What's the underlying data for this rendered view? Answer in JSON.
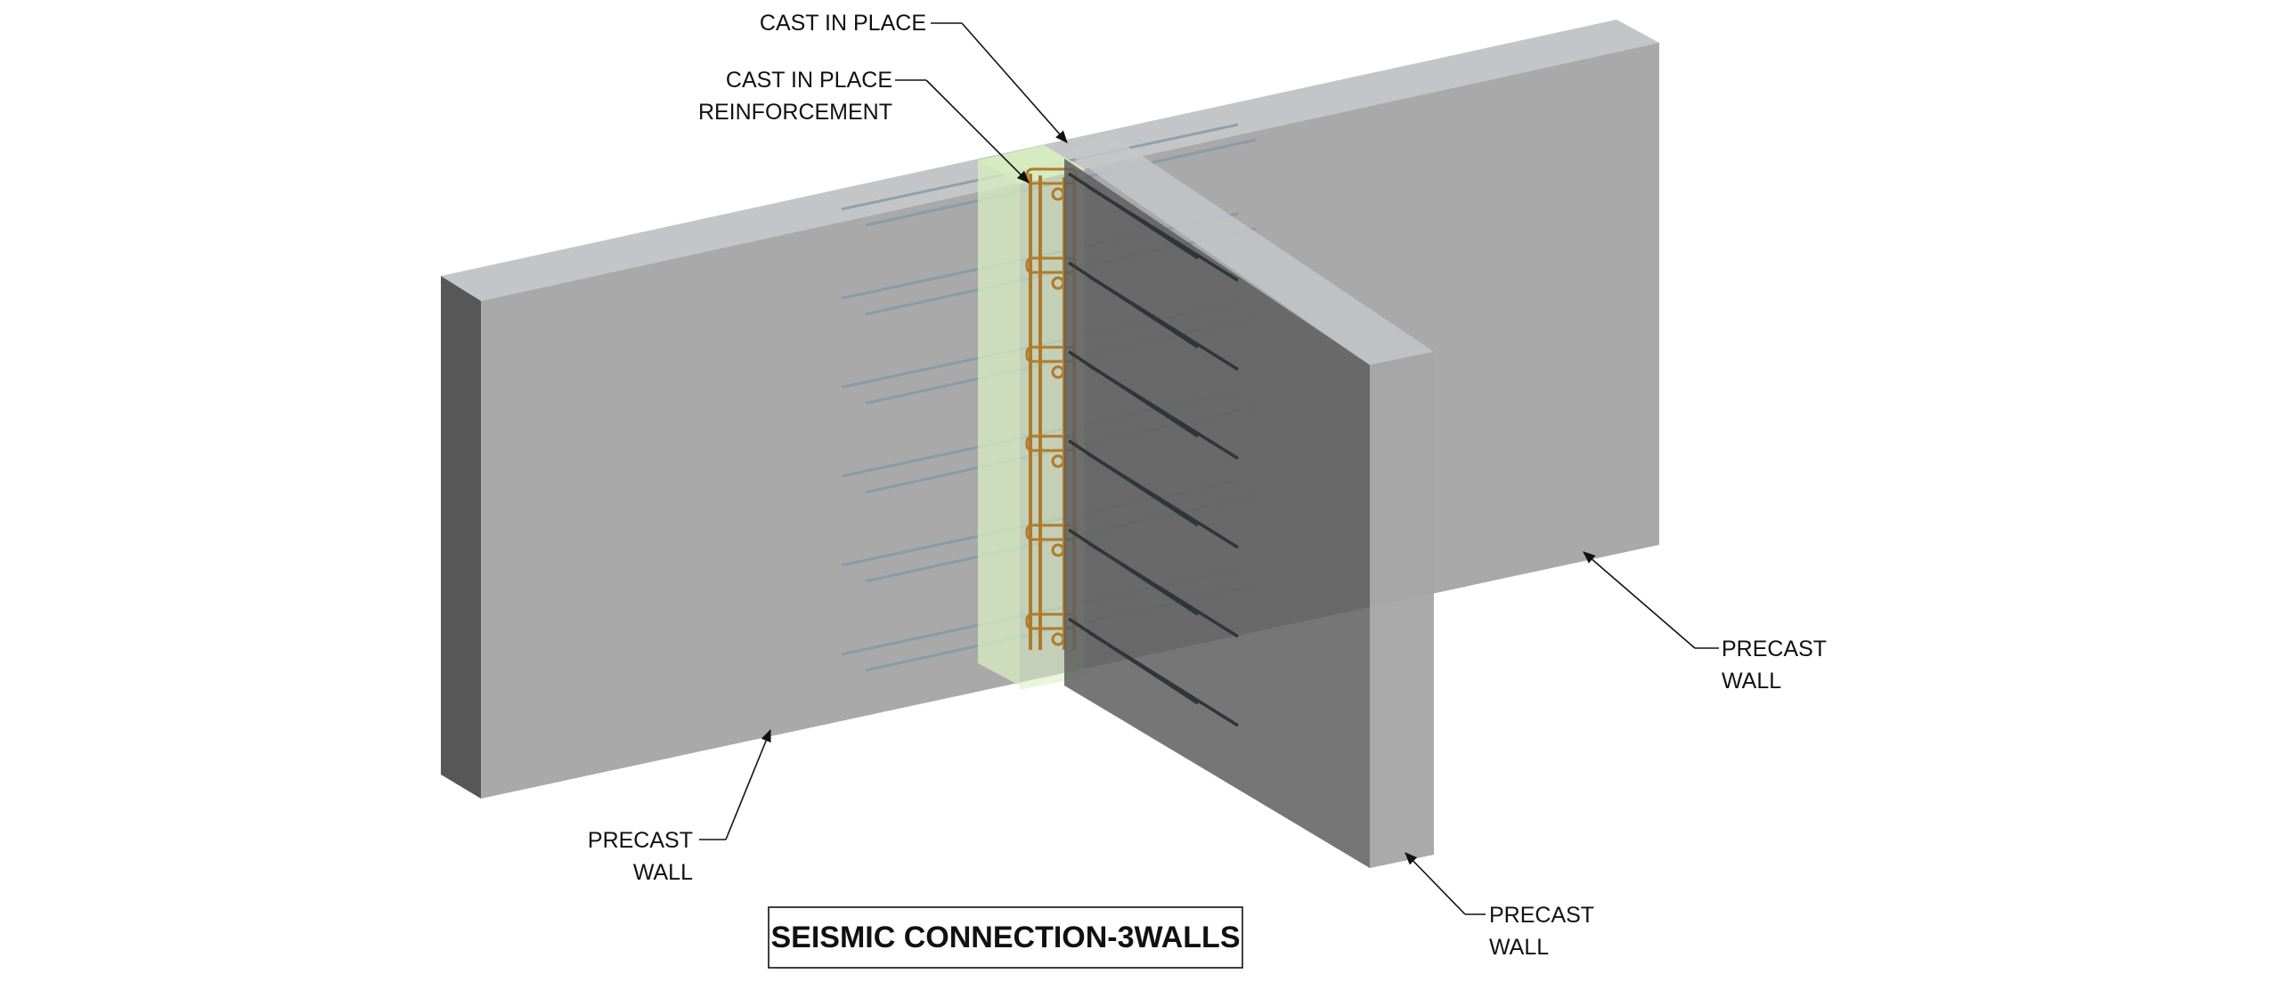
{
  "diagram": {
    "title": "SEISMIC CONNECTION-3WALLS",
    "labels": {
      "cast_in_place": "CAST IN PLACE",
      "cip_reinforcement": [
        "CAST IN PLACE",
        "REINFORCEMENT"
      ],
      "precast_wall_left": [
        "PRECAST",
        "WALL"
      ],
      "precast_wall_right": [
        "PRECAST",
        "WALL"
      ],
      "precast_wall_bottom": [
        "PRECAST",
        "WALL"
      ]
    },
    "colors": {
      "wall_face": "#a9a9aa",
      "wall_top": "#c4c5c8",
      "wall_side": "#575757",
      "cross_wall_face": "#5e5e5e",
      "cross_wall_end": "#a5a5a5",
      "cast_in_place": "#d9eec0",
      "reinforcement": "#b07a2a",
      "rebar": "#7e9aa5"
    },
    "rebar_levels": 6
  }
}
